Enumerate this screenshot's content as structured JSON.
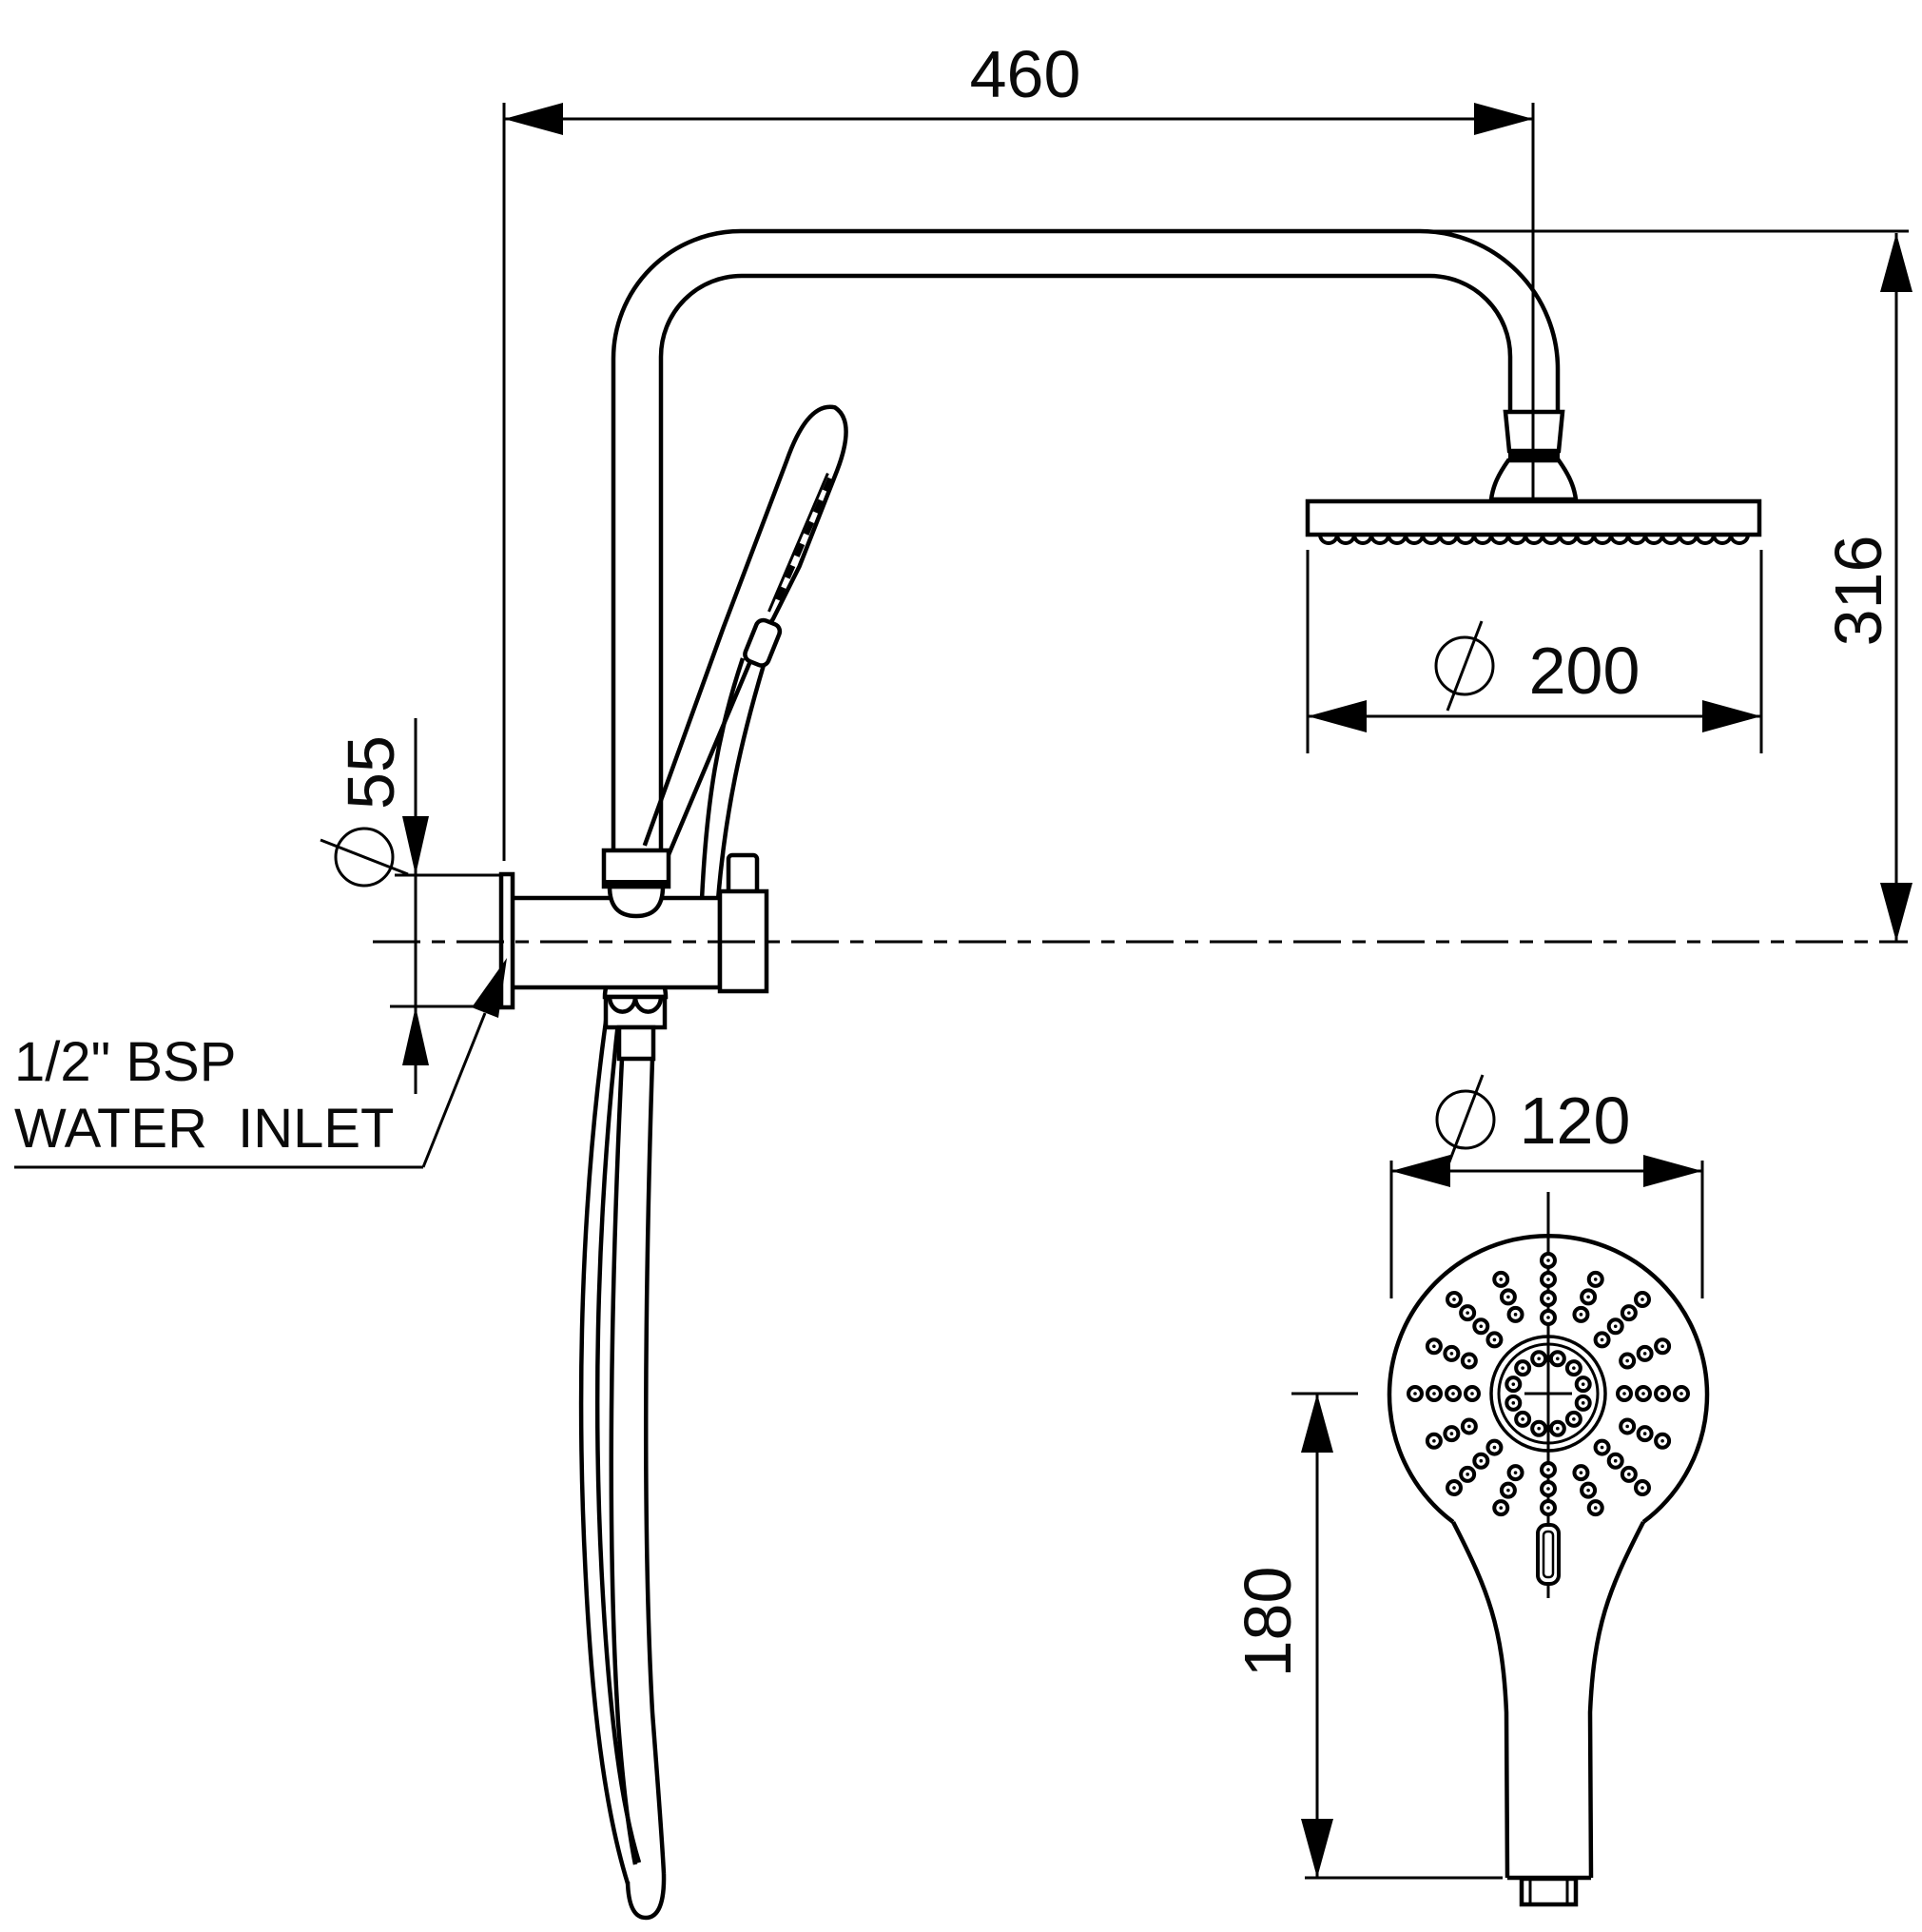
{
  "drawing": {
    "title": "twin-shower-technical-drawing",
    "dimensions": {
      "arm_reach_mm": "460",
      "drop_height_mm": "316",
      "overhead_rose_diameter_mm": "200",
      "wall_flange_diameter_mm": "55",
      "hand_shower_diameter_mm": "120",
      "hand_shower_length_mm": "180"
    },
    "labels": {
      "inlet_line1": "1/2\" BSP",
      "inlet_line2": "WATER INLET"
    },
    "icons": {
      "diameter_symbol": "diameter-icon"
    },
    "colors": {
      "line": "#000000",
      "background": "#ffffff"
    }
  }
}
